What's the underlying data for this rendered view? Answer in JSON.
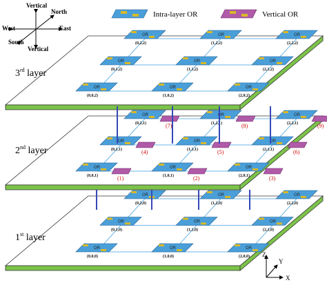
{
  "compass": {
    "vertical_top": "Vertical",
    "north": "North",
    "west": "West",
    "east": "East",
    "south": "South",
    "vertical_bottom": "Vertical"
  },
  "legend": {
    "intra_label": "Intra-layer OR",
    "vertical_label": "Vertical OR",
    "intra_color": "#4a9fd9",
    "vertical_color": "#b05aa8"
  },
  "layers": [
    {
      "label_num": "3",
      "label_sup": "rd",
      "label_text": " layer",
      "nodes": [
        "(0,0,2)",
        "(1,0,2)",
        "(2,0,2)",
        "(0,1,2)",
        "(1,1,2)",
        "(2,1,2)",
        "(0,2,2)",
        "(1,2,2)",
        "(2,2,2)"
      ],
      "verticals": []
    },
    {
      "label_num": "2",
      "label_sup": "nd",
      "label_text": " layer",
      "nodes": [
        "(0,0,1)",
        "(1,0,1)",
        "(2,0,1)",
        "(0,1,1)",
        "(1,1,1)",
        "(2,1,1)",
        "(0,2,1)",
        "(1,2,1)",
        "(2,2,1)"
      ],
      "verticals": [
        "(1)",
        "(2)",
        "(3)",
        "(4)",
        "(5)",
        "(6)",
        "(7)",
        "(8)",
        "(9)"
      ]
    },
    {
      "label_num": "1",
      "label_sup": "st",
      "label_text": " layer",
      "nodes": [
        "(0,0,0)",
        "(1,0,0)",
        "(2,0,0)",
        "(0,1,0)",
        "(1,1,0)",
        "(2,1,0)",
        "(0,2,0)",
        "(1,2,0)",
        "(2,2,0)"
      ],
      "verticals": []
    }
  ],
  "node_label": "OR",
  "axes": {
    "z": "Z",
    "y": "Y",
    "x": "X"
  },
  "colors": {
    "plate_edge": "#7cc34a",
    "plate_fill": "#ffffff",
    "node_fill": "#4a9fd9",
    "node_port": "#d8b92a",
    "vertical_fill": "#b05aa8",
    "link": "#3547b8"
  }
}
